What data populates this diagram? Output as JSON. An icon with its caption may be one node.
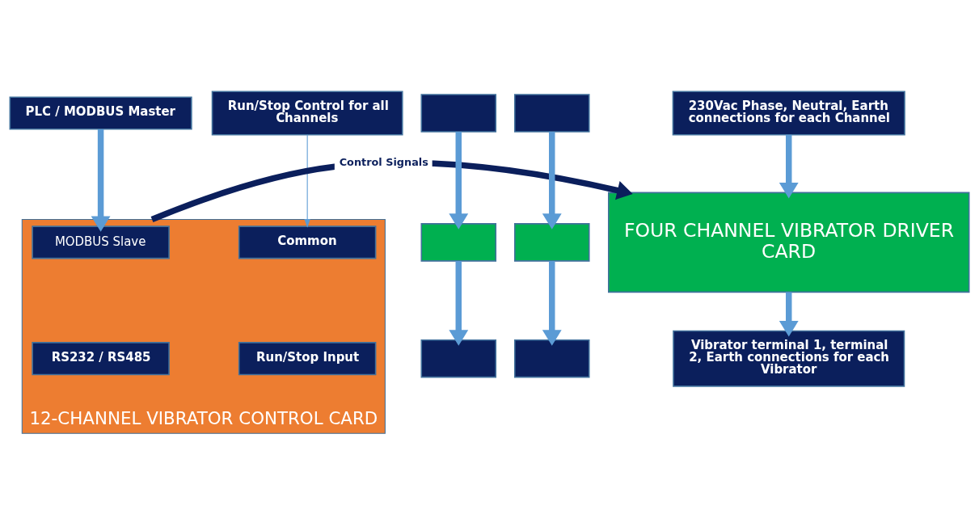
{
  "diagram": {
    "nodes": [
      {
        "text": [
          "PLC / MODBUS Master"
        ]
      },
      {
        "text": [
          "Run/Stop Control for all Channels"
        ]
      },
      {
        "text": [
          "12-CHANNEL VIBRATOR CONTROL CARD"
        ]
      },
      {
        "text": [
          "MODBUS Slave"
        ],
        "in": 2
      },
      {
        "text": [
          "RS232 / RS485"
        ],
        "in": 2
      },
      {
        "text": [
          "Common"
        ],
        "in": 2
      },
      {
        "text": [
          "Run/Stop Input"
        ],
        "in": 2
      },
      {
        "text": [],
        "shape": "box"
      },
      {
        "text": [],
        "shape": "box"
      },
      {
        "text": [
          "230Vac Phase, Neutral, Earth connections for each Channel"
        ]
      },
      {
        "text": [],
        "shape": "box"
      },
      {
        "text": [],
        "shape": "box"
      },
      {
        "text": [
          "FOUR CHANNEL VIBRATOR DRIVER CARD"
        ]
      },
      {
        "text": [],
        "shape": "box"
      },
      {
        "text": [],
        "shape": "box"
      },
      {
        "text": [
          "Vibrator terminal 1, terminal 2, Earth connections for each Vibrator"
        ]
      }
    ],
    "edges": [
      {
        "from": 0,
        "to": 3,
        "arrow": "to"
      },
      {
        "from": 1,
        "to": 5,
        "arrow": "to"
      },
      {
        "from": 2,
        "to": 12,
        "arrow": "to",
        "label": "Control Signals",
        "color": "#0b1f5c"
      },
      {
        "from": 7,
        "to": 10,
        "arrow": "to"
      },
      {
        "from": 8,
        "to": 11,
        "arrow": "to"
      },
      {
        "from": 9,
        "to": 12,
        "arrow": "to"
      },
      {
        "from": 10,
        "to": 13,
        "arrow": "to"
      },
      {
        "from": 11,
        "to": 14,
        "arrow": "to"
      },
      {
        "from": 12,
        "to": 15,
        "arrow": "to"
      }
    ]
  }
}
